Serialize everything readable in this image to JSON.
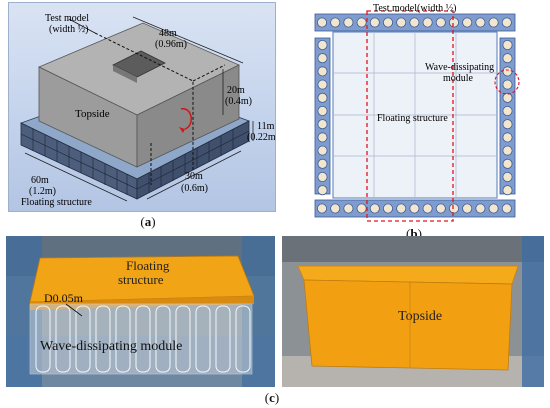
{
  "panel_a": {
    "test_model_line1": "Test model",
    "test_model_line2": "(width ½)",
    "dim_48": "48m",
    "dim_48_scaled": "(0.96m)",
    "dim_20": "20m",
    "dim_20_scaled": "(0.4m)",
    "dim_11": "11m",
    "dim_11_scaled": "(0.22m)",
    "dim_60": "60m",
    "dim_60_scaled": "(1.2m)",
    "dim_30": "30m",
    "dim_30_scaled": "(0.6m)",
    "topside_label": "Topside",
    "floating_label": "Floating structure",
    "caption_letter": "a"
  },
  "panel_b": {
    "test_model_label": "Test model(width ½)",
    "wave_module_line1": "Wave-dissipating",
    "wave_module_line2": "module",
    "floating_label": "Floating structure",
    "caption_letter": "b"
  },
  "panel_c": {
    "floating_line1": "Floating",
    "floating_line2": "structure",
    "diameter_label": "D0.05m",
    "wave_module_label": "Wave-dissipating module",
    "topside_label": "Topside",
    "caption_letter": "c"
  },
  "colors": {
    "dashed_red": "#e0141e",
    "module_blue": "#6f8fc7",
    "orange": "#f0a419",
    "gray_block": "#b9b9b9"
  }
}
